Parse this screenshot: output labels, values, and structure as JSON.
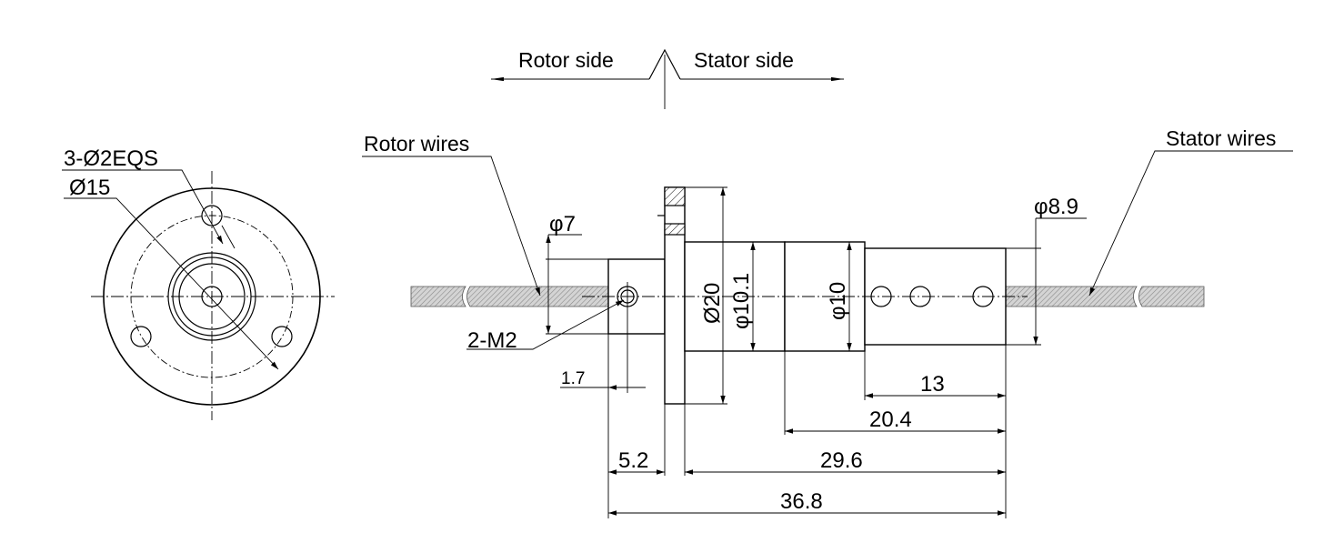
{
  "direction": {
    "rotor_side": "Rotor side",
    "stator_side": "Stator side"
  },
  "leaders": {
    "rotor_wires": "Rotor wires",
    "stator_wires": "Stator wires",
    "holes": "3-Ø2EQS",
    "flange_pcd": "Ø15",
    "screw": "2-M2"
  },
  "dimensions": {
    "phi7": "φ7",
    "phi8_9": "φ8.9",
    "d20": "Ø20",
    "phi10_1": "φ10.1",
    "phi10": "φ10",
    "d1_7": "1.7",
    "d5_2": "5.2",
    "d13": "13",
    "d20_4": "20.4",
    "d29_6": "29.6",
    "d36_8": "36.8"
  }
}
